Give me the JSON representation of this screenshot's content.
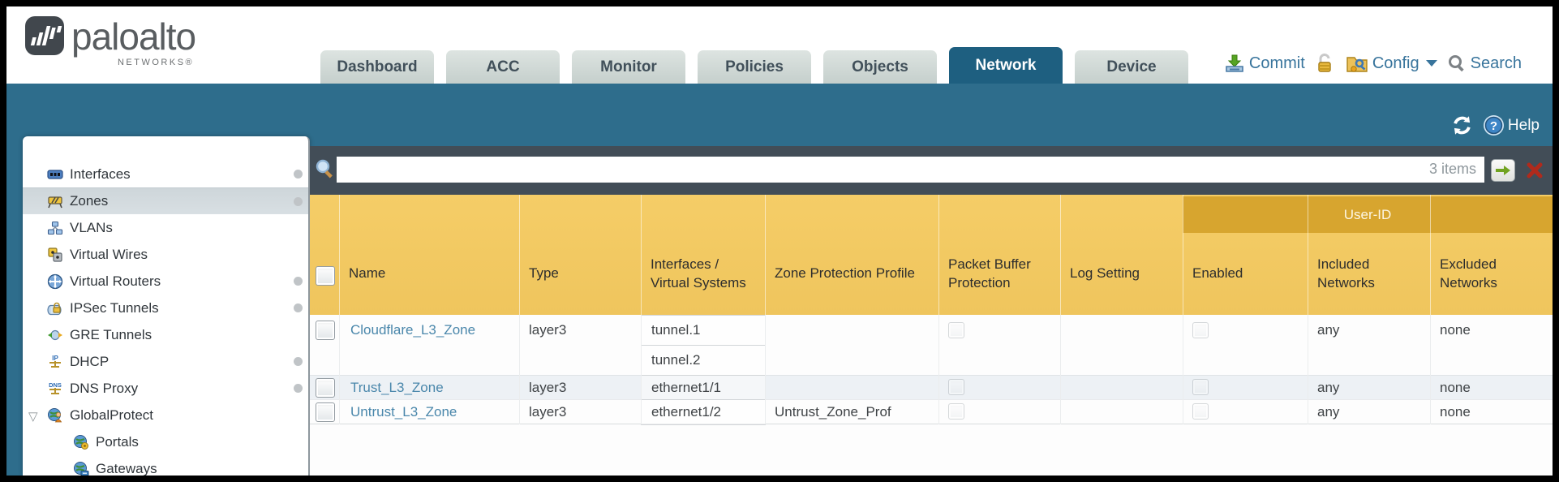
{
  "app": {
    "title": "Palo Alto Networks — Network / Zones"
  },
  "colors": {
    "teal_band": "#2e6d8c",
    "active_tab": "#1e5f80",
    "filter_strip": "#424d57",
    "header_orange": "#f2c962",
    "userid_band": "#d7a52f",
    "link_blue": "#4a87ab"
  },
  "header": {
    "logo_main": "paloalto",
    "logo_sub": "NETWORKS®",
    "tabs": [
      {
        "label": "Dashboard",
        "active": false
      },
      {
        "label": "ACC",
        "active": false
      },
      {
        "label": "Monitor",
        "active": false
      },
      {
        "label": "Policies",
        "active": false
      },
      {
        "label": "Objects",
        "active": false
      },
      {
        "label": "Network",
        "active": true
      },
      {
        "label": "Device",
        "active": false
      }
    ],
    "toolbar": {
      "commit": "Commit",
      "config": "Config",
      "search": "Search"
    }
  },
  "band": {
    "help": "Help"
  },
  "sidebar": {
    "items": [
      {
        "label": "Interfaces",
        "dot": true
      },
      {
        "label": "Zones",
        "dot": true,
        "selected": true
      },
      {
        "label": "VLANs"
      },
      {
        "label": "Virtual Wires"
      },
      {
        "label": "Virtual Routers",
        "dot": true
      },
      {
        "label": "IPSec Tunnels",
        "dot": true
      },
      {
        "label": "GRE Tunnels"
      },
      {
        "label": "DHCP",
        "dot": true
      },
      {
        "label": "DNS Proxy",
        "dot": true
      },
      {
        "label": "GlobalProtect",
        "expanded": true
      },
      {
        "label": "Portals",
        "child": true
      },
      {
        "label": "Gateways",
        "child": true
      }
    ]
  },
  "filterbar": {
    "value": "",
    "items_count": "3 items"
  },
  "table": {
    "group_header": "User-ID",
    "columns": [
      "Name",
      "Type",
      "Interfaces / Virtual Systems",
      "Zone Protection Profile",
      "Packet Buffer Protection",
      "Log Setting",
      "Enabled",
      "Included Networks",
      "Excluded Networks"
    ],
    "rows": [
      {
        "name": "Cloudflare_L3_Zone",
        "type": "layer3",
        "interfaces": [
          "tunnel.1",
          "tunnel.2"
        ],
        "zone_protection_profile": "",
        "log_setting": "",
        "included_networks": "any",
        "excluded_networks": "none"
      },
      {
        "name": "Trust_L3_Zone",
        "type": "layer3",
        "interfaces": [
          "ethernet1/1"
        ],
        "zone_protection_profile": "",
        "log_setting": "",
        "included_networks": "any",
        "excluded_networks": "none"
      },
      {
        "name": "Untrust_L3_Zone",
        "type": "layer3",
        "interfaces": [
          "ethernet1/2"
        ],
        "zone_protection_profile": "Untrust_Zone_Prof",
        "log_setting": "",
        "included_networks": "any",
        "excluded_networks": "none"
      }
    ]
  },
  "icons": {
    "caret_down": "",
    "expander": "▽",
    "close_x": "✕"
  }
}
